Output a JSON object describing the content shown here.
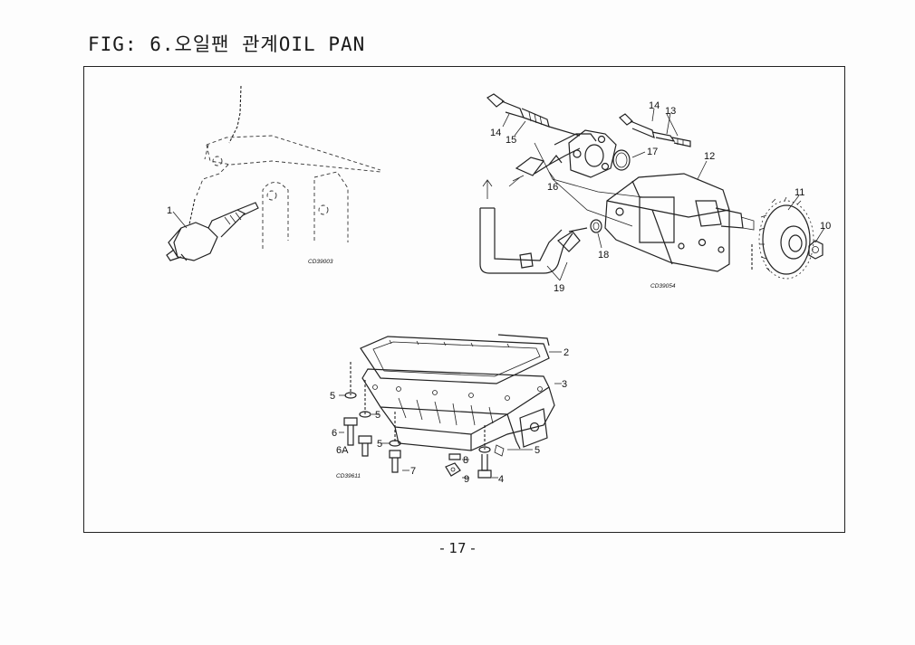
{
  "page": {
    "title": "FIG: 6.오일팬 관계OIL PAN",
    "page_number": "- 17 -"
  },
  "diagram": {
    "figure_codes": {
      "sensor": "CD39003",
      "pump": "CD39054",
      "pan": "CD39611"
    },
    "callouts": {
      "c1": "1",
      "c2": "2",
      "c3": "3",
      "c4": "4",
      "c5a": "5",
      "c5b": "5",
      "c5c": "5",
      "c5d": "5",
      "c6": "6",
      "c6a": "6A",
      "c7": "7",
      "c8": "8",
      "c9": "9",
      "c10": "10",
      "c11": "11",
      "c12": "12",
      "c13": "13",
      "c14a": "14",
      "c14b": "14",
      "c15": "15",
      "c16": "16",
      "c17": "17",
      "c18": "18",
      "c19": "19"
    }
  }
}
